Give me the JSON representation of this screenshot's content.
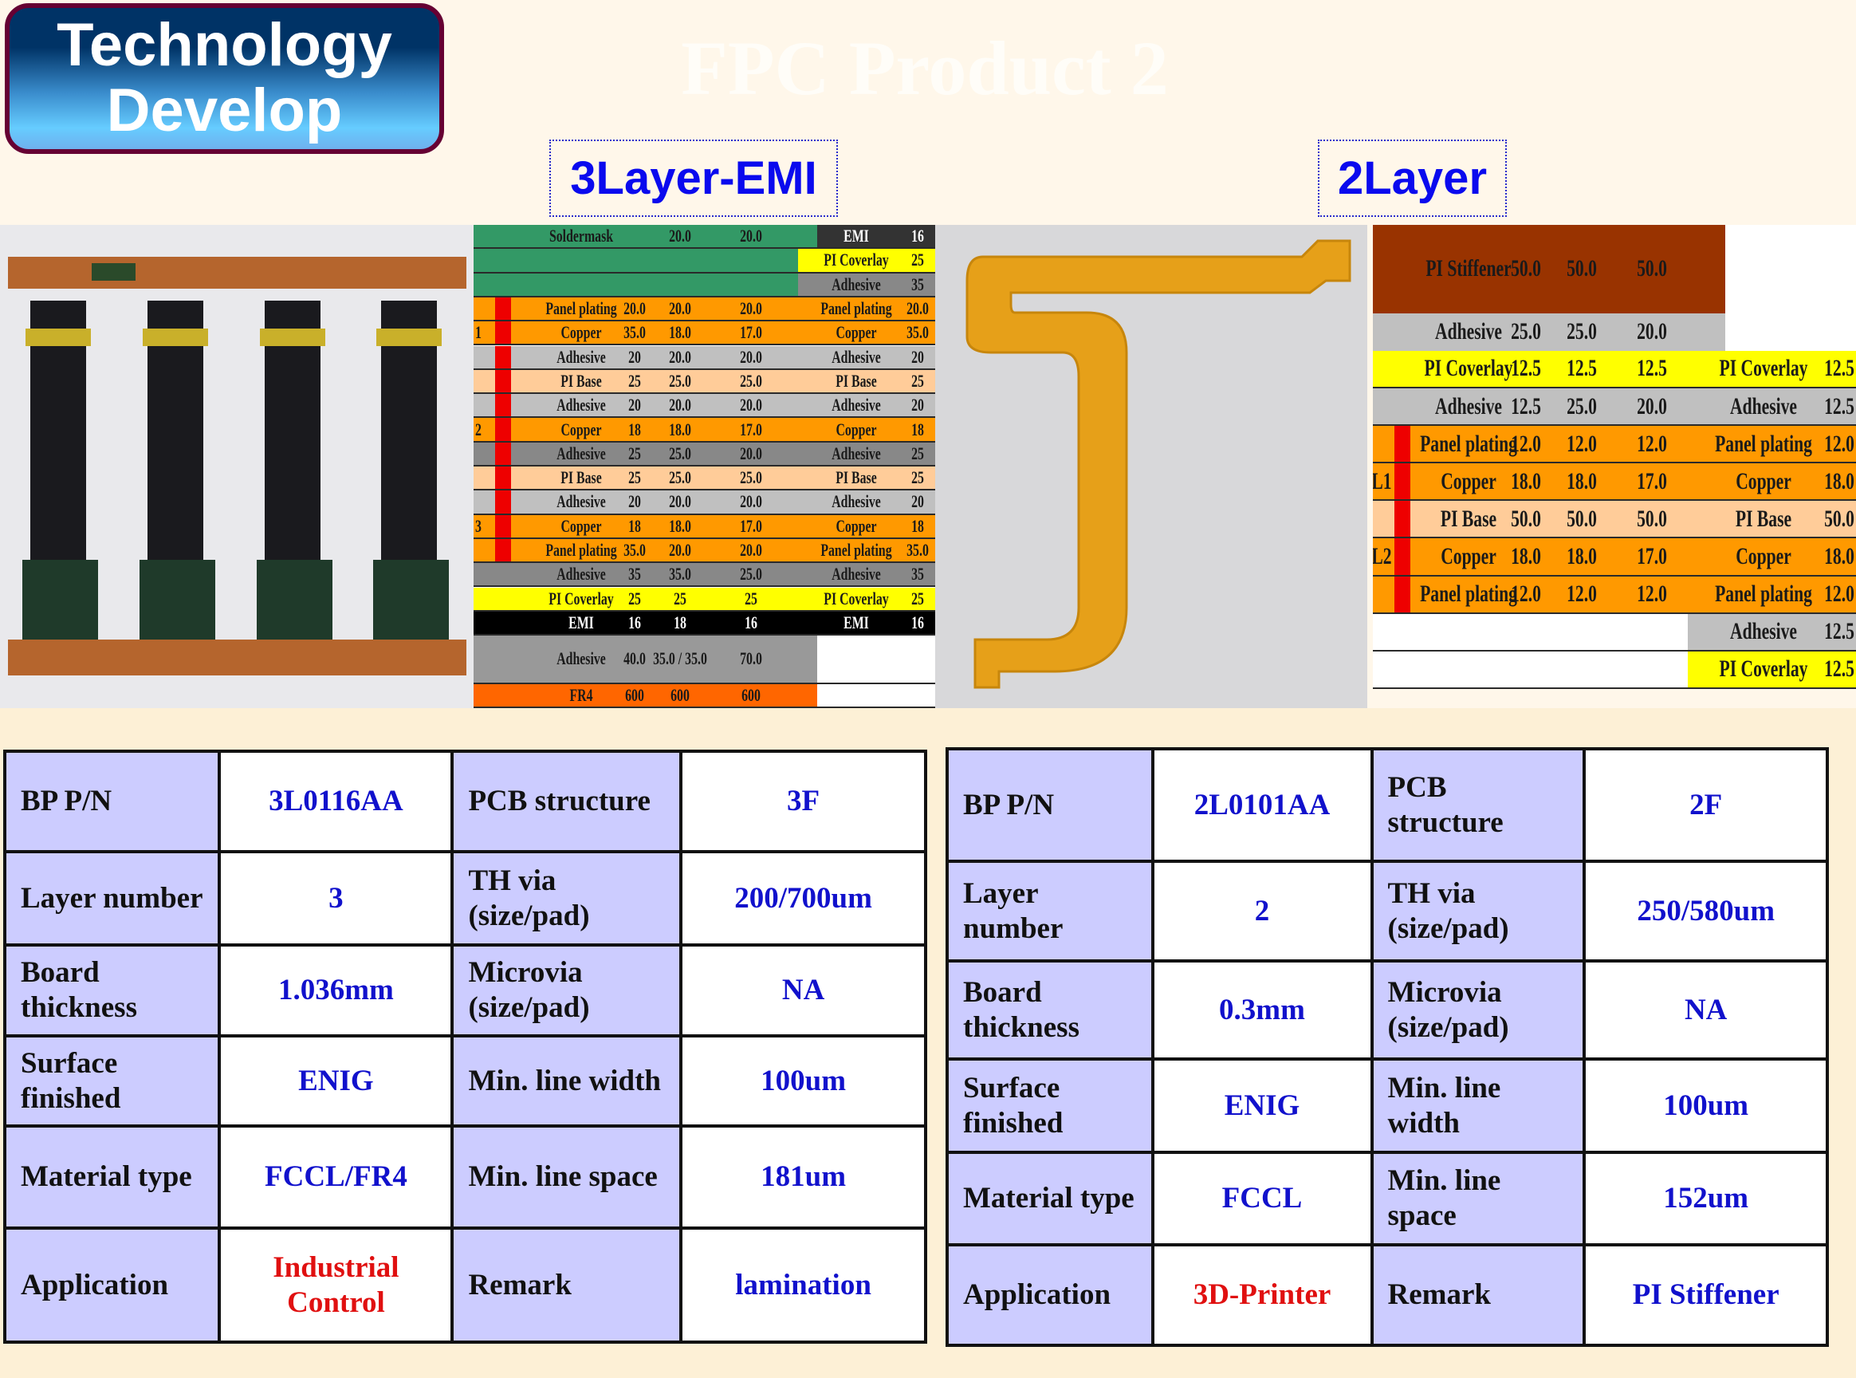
{
  "header": {
    "logo_line1": "Technology",
    "logo_line2": "Develop",
    "title": "FPC Product 2"
  },
  "products": [
    {
      "tag": "3Layer-EMI",
      "specs": [
        {
          "l1": "BP P/N",
          "v1": "3L0116AA",
          "l2": "PCB structure",
          "v2": "3F"
        },
        {
          "l1": "Layer number",
          "v1": "3",
          "l2": "TH via (size/pad)",
          "v2": "200/700um"
        },
        {
          "l1": "Board thickness",
          "v1": "1.036mm",
          "l2": "Microvia (size/pad)",
          "v2": "NA"
        },
        {
          "l1": "Surface finished",
          "v1": "ENIG",
          "l2": "Min. line width",
          "v2": "100um"
        },
        {
          "l1": "Material type",
          "v1": "FCCL/FR4",
          "l2": "Min. line space",
          "v2": "181um"
        },
        {
          "l1": "Application",
          "v1": "Industrial Control",
          "l2": "Remark",
          "v2": "lamination"
        }
      ]
    },
    {
      "tag": "2Layer",
      "specs": [
        {
          "l1": "BP P/N",
          "v1": "2L0101AA",
          "l2": "PCB structure",
          "v2": "2F"
        },
        {
          "l1": "Layer number",
          "v1": "2",
          "l2": "TH via (size/pad)",
          "v2": "250/580um"
        },
        {
          "l1": "Board thickness",
          "v1": "0.3mm",
          "l2": "Microvia (size/pad)",
          "v2": "NA"
        },
        {
          "l1": "Surface finished",
          "v1": "ENIG",
          "l2": "Min. line width",
          "v2": "100um"
        },
        {
          "l1": "Material type",
          "v1": "FCCL",
          "l2": "Min. line space",
          "v2": "152um"
        },
        {
          "l1": "Application",
          "v1": "3D-Printer",
          "l2": "Remark",
          "v2": "PI Stiffener"
        }
      ]
    }
  ],
  "stackup_3layer": [
    {
      "h": 1,
      "bg": "#339966",
      "name": "Soldermask",
      "v": [
        "",
        "20.0",
        "20.0"
      ],
      "rbg": "#333333",
      "rname": "EMI",
      "rval": "16",
      "rcolor": "#ffffff"
    },
    {
      "h": 1,
      "bg": "#339966",
      "name": "",
      "v": [
        "",
        "",
        ""
      ],
      "rbg": "#ffff00",
      "rname": "PI Coverlay",
      "rval": "25",
      "split": "narrow"
    },
    {
      "h": 1,
      "bg": "#339966",
      "name": "",
      "v": [
        "",
        "",
        ""
      ],
      "rbg": "#888888",
      "rname": "Adhesive",
      "rval": "35",
      "split": "narrow"
    },
    {
      "h": 1,
      "bg": "#ff9900",
      "bar": true,
      "name": "Panel plating",
      "v": [
        "20.0",
        "20.0",
        "20.0"
      ],
      "rbg": "#ff9900",
      "rname": "Panel plating",
      "rval": "20.0"
    },
    {
      "h": 1,
      "bg": "#ff9900",
      "bar": true,
      "layer": "1",
      "name": "Copper",
      "v": [
        "35.0",
        "18.0",
        "17.0"
      ],
      "rbg": "#ff9900",
      "rname": "Copper",
      "rval": "35.0"
    },
    {
      "h": 1,
      "bg": "#c0c0c0",
      "bar": true,
      "name": "Adhesive",
      "v": [
        "20",
        "20.0",
        "20.0"
      ],
      "rbg": "#c0c0c0",
      "rname": "Adhesive",
      "rval": "20"
    },
    {
      "h": 1,
      "bg": "#ffcc99",
      "bar": true,
      "name": "PI Base",
      "v": [
        "25",
        "25.0",
        "25.0"
      ],
      "rbg": "#ffcc99",
      "rname": "PI Base",
      "rval": "25"
    },
    {
      "h": 1,
      "bg": "#c0c0c0",
      "bar": true,
      "name": "Adhesive",
      "v": [
        "20",
        "20.0",
        "20.0"
      ],
      "rbg": "#c0c0c0",
      "rname": "Adhesive",
      "rval": "20"
    },
    {
      "h": 1,
      "bg": "#ff9900",
      "bar": true,
      "layer": "2",
      "name": "Copper",
      "v": [
        "18",
        "18.0",
        "17.0"
      ],
      "rbg": "#ff9900",
      "rname": "Copper",
      "rval": "18"
    },
    {
      "h": 1,
      "bg": "#888888",
      "bar": true,
      "name": "Adhesive",
      "v": [
        "25",
        "25.0",
        "20.0"
      ],
      "rbg": "#888888",
      "rname": "Adhesive",
      "rval": "25"
    },
    {
      "h": 1,
      "bg": "#ffcc99",
      "bar": true,
      "name": "PI Base",
      "v": [
        "25",
        "25.0",
        "25.0"
      ],
      "rbg": "#ffcc99",
      "rname": "PI Base",
      "rval": "25"
    },
    {
      "h": 1,
      "bg": "#c0c0c0",
      "bar": true,
      "name": "Adhesive",
      "v": [
        "20",
        "20.0",
        "20.0"
      ],
      "rbg": "#c0c0c0",
      "rname": "Adhesive",
      "rval": "20"
    },
    {
      "h": 1,
      "bg": "#ff9900",
      "bar": true,
      "layer": "3",
      "name": "Copper",
      "v": [
        "18",
        "18.0",
        "17.0"
      ],
      "rbg": "#ff9900",
      "rname": "Copper",
      "rval": "18"
    },
    {
      "h": 1,
      "bg": "#ff9900",
      "bar": true,
      "name": "Panel plating",
      "v": [
        "35.0",
        "20.0",
        "20.0"
      ],
      "rbg": "#ff9900",
      "rname": "Panel plating",
      "rval": "35.0"
    },
    {
      "h": 1,
      "bg": "#888888",
      "name": "Adhesive",
      "v": [
        "35",
        "35.0",
        "25.0"
      ],
      "rbg": "#888888",
      "rname": "Adhesive",
      "rval": "35"
    },
    {
      "h": 1,
      "bg": "#ffff00",
      "name": "PI Coverlay",
      "v": [
        "25",
        "25",
        "25"
      ],
      "rbg": "#ffff00",
      "rname": "PI Coverlay",
      "rval": "25"
    },
    {
      "h": 1,
      "bg": "#000000",
      "color": "#ffffff",
      "name": "EMI",
      "v": [
        "16",
        "18",
        "16"
      ],
      "rbg": "#000000",
      "rname": "EMI",
      "rval": "16",
      "rcolor": "#ffffff"
    },
    {
      "h": 2,
      "bg": "#999999",
      "name": "Adhesive",
      "v": [
        "40.0",
        "35.0 / 35.0",
        "70.0"
      ],
      "rbg": "#ffffff",
      "rname": "",
      "rval": ""
    },
    {
      "h": 1,
      "bg": "#ff6600",
      "name": "FR4",
      "v": [
        "600",
        "600",
        "600"
      ],
      "rbg": "#ffffff",
      "rname": "",
      "rval": ""
    }
  ],
  "stackup_2layer": [
    {
      "h": 2.35,
      "bg": "#993300",
      "name": "PI Stiffener",
      "v": [
        "50.0",
        "50.0",
        "50.0"
      ],
      "rbg": "#ffffff",
      "rname": "",
      "rval": ""
    },
    {
      "h": 1,
      "bg": "#c0c0c0",
      "name": "Adhesive",
      "v": [
        "25.0",
        "25.0",
        "20.0"
      ],
      "rbg": "#ffffff",
      "rname": "",
      "rval": ""
    },
    {
      "h": 1,
      "bg": "#ffff00",
      "name": "PI Coverlay",
      "v": [
        "12.5",
        "12.5",
        "12.5"
      ],
      "rbg": "#ffff00",
      "rname": "PI Coverlay",
      "rval": "12.5"
    },
    {
      "h": 1,
      "bg": "#c0c0c0",
      "name": "Adhesive",
      "v": [
        "12.5",
        "25.0",
        "20.0"
      ],
      "rbg": "#c0c0c0",
      "rname": "Adhesive",
      "rval": "12.5"
    },
    {
      "h": 1,
      "bg": "#ff9900",
      "bar": true,
      "name": "Panel plating",
      "v": [
        "12.0",
        "12.0",
        "12.0"
      ],
      "rbg": "#ff9900",
      "rname": "Panel plating",
      "rval": "12.0"
    },
    {
      "h": 1,
      "bg": "#ff9900",
      "bar": true,
      "layer": "L1",
      "name": "Copper",
      "v": [
        "18.0",
        "18.0",
        "17.0"
      ],
      "rbg": "#ff9900",
      "rname": "Copper",
      "rval": "18.0"
    },
    {
      "h": 1,
      "bg": "#ffcc99",
      "bar": true,
      "name": "PI Base",
      "v": [
        "50.0",
        "50.0",
        "50.0"
      ],
      "rbg": "#ffcc99",
      "rname": "PI Base",
      "rval": "50.0"
    },
    {
      "h": 1,
      "bg": "#ff9900",
      "bar": true,
      "layer": "L2",
      "name": "Copper",
      "v": [
        "18.0",
        "18.0",
        "17.0"
      ],
      "rbg": "#ff9900",
      "rname": "Copper",
      "rval": "18.0"
    },
    {
      "h": 1,
      "bg": "#ff9900",
      "bar": true,
      "name": "Panel plating",
      "v": [
        "12.0",
        "12.0",
        "12.0"
      ],
      "rbg": "#ff9900",
      "rname": "Panel plating",
      "rval": "12.0"
    },
    {
      "h": 1,
      "bg": "#ffffff",
      "name": "",
      "v": [
        "",
        "",
        ""
      ],
      "rbg": "#c0c0c0",
      "rname": "Adhesive",
      "rval": "12.5",
      "split": "narrow"
    },
    {
      "h": 1,
      "bg": "#ffffff",
      "name": "",
      "v": [
        "",
        "",
        ""
      ],
      "rbg": "#ffff00",
      "rname": "PI Coverlay",
      "rval": "12.5",
      "split": "narrow"
    }
  ]
}
